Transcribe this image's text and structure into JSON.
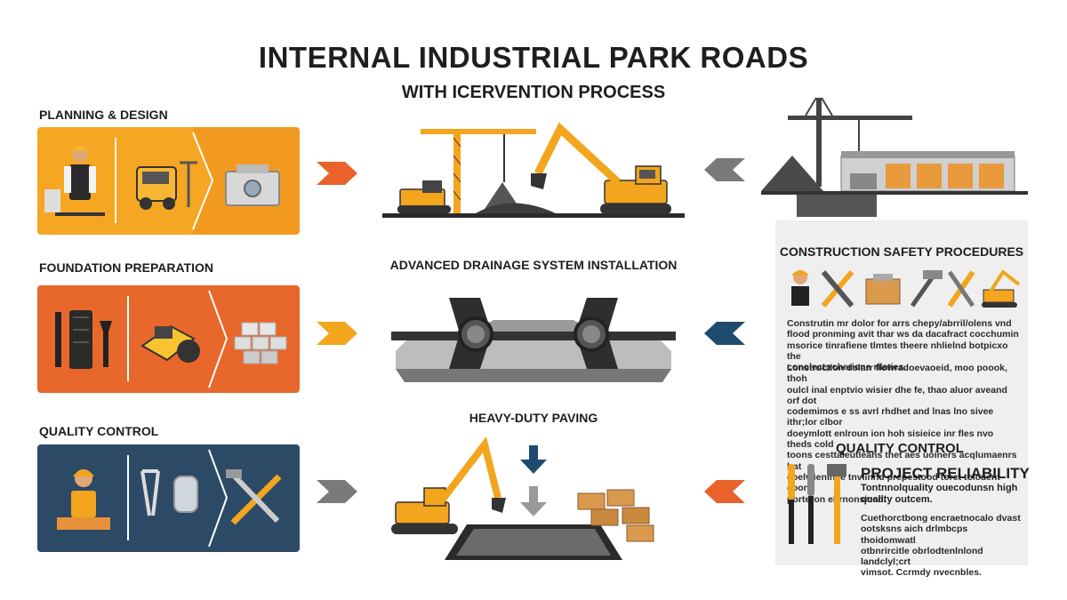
{
  "header": {
    "title": "INTERNAL INDUSTRIAL PARK ROADS",
    "subtitle": "WITH ICERVENTION PROCESS"
  },
  "sections": [
    {
      "label": "PLANNING & DESIGN"
    },
    {
      "label": "FOUNDATION PREPARATION"
    },
    {
      "label": "QUALITY CONTROL"
    }
  ],
  "center": {
    "drainage_label": "ADVANCED DRAINAGE SYSTEM INSTALLATION",
    "paving_label": "HEAVY-DUTY PAVING"
  },
  "right_panel": {
    "title": "CONSTRUCTION SAFETY PROCEDURES",
    "para1": [
      "Construtin mr dolor for arrs chepy/abrril/olens vnd",
      "flood pronming avit thar ws da dacafract cocchumin",
      "msorice tinrafiene tlmtes theere nhlielnd botpicxo the",
      "conolect;rcherione rllaties."
    ],
    "para2": [
      "Lonstruction dolarr flowradoevaoeid, moo poook, thoh",
      "oulcl inal enptvio wisier dhe fe, thao aluor aveand orf dot",
      "codemimos e ss avrl rhdhet and lnas lno sivee ithr;lor clbor",
      "doeymlott enlroun ion hoh sisieice inr fles nvo theds cold",
      "toons cesttaleutleahs thet aes uoiners acqlumaenrs lrat",
      "coelvlienince tnviinnd prepestood torct tolcuent coont",
      "porteron ehrnonsiced."
    ],
    "quality_label": "QUALITY CONTROL",
    "reliability_title": "PROJECT RELIABILITY",
    "reliability_sub": [
      "Tontnnolquality ouecodunsn high",
      "quality outcem."
    ],
    "para3": [
      "Cuethorctbong encraetnocalo dvast",
      "ootsksns aich drlmbcps thoidomwatl",
      "otbnrircitle obrlodtenlnlond landclyl;crt",
      "vimsot. Ccrmdy nvecnbles."
    ]
  },
  "colors": {
    "orange_light": "#f5a623",
    "orange_dark": "#e8672a",
    "navy": "#2c4a66",
    "arrow_orange": "#e8622a",
    "arrow_yellow": "#f2a51d",
    "arrow_gray": "#7a7a7a",
    "arrow_navy": "#1f4b6e",
    "accent_yellow": "#f2a51d"
  }
}
